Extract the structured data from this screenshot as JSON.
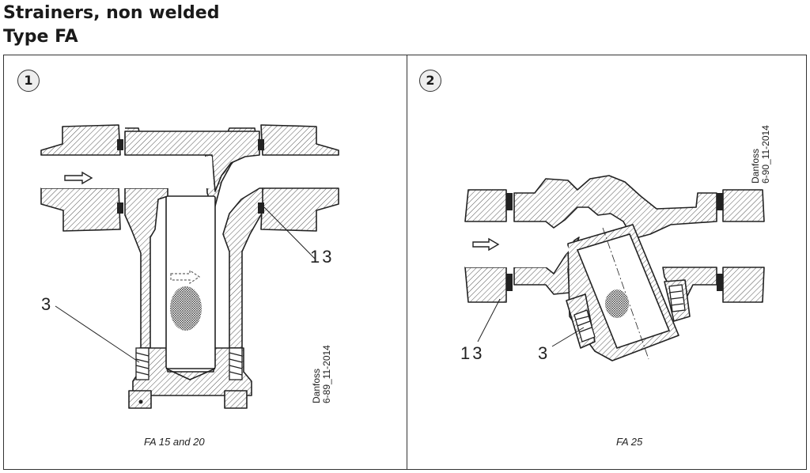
{
  "title": {
    "line1": "Strainers, non welded",
    "line2": "Type FA"
  },
  "panels": [
    {
      "badge": "1",
      "caption": "FA 15 and 20",
      "stamp_line1": "Danfoss",
      "stamp_line2": "6-89_11-2014",
      "callouts": [
        "3",
        "13"
      ]
    },
    {
      "badge": "2",
      "caption": "FA 25",
      "stamp_line1": "Danfoss",
      "stamp_line2": "6-90_11-2014",
      "callouts": [
        "13",
        "3"
      ]
    }
  ],
  "colors": {
    "hatch": "#444444",
    "outline": "#222222",
    "badge_fill": "#eeeeee"
  }
}
